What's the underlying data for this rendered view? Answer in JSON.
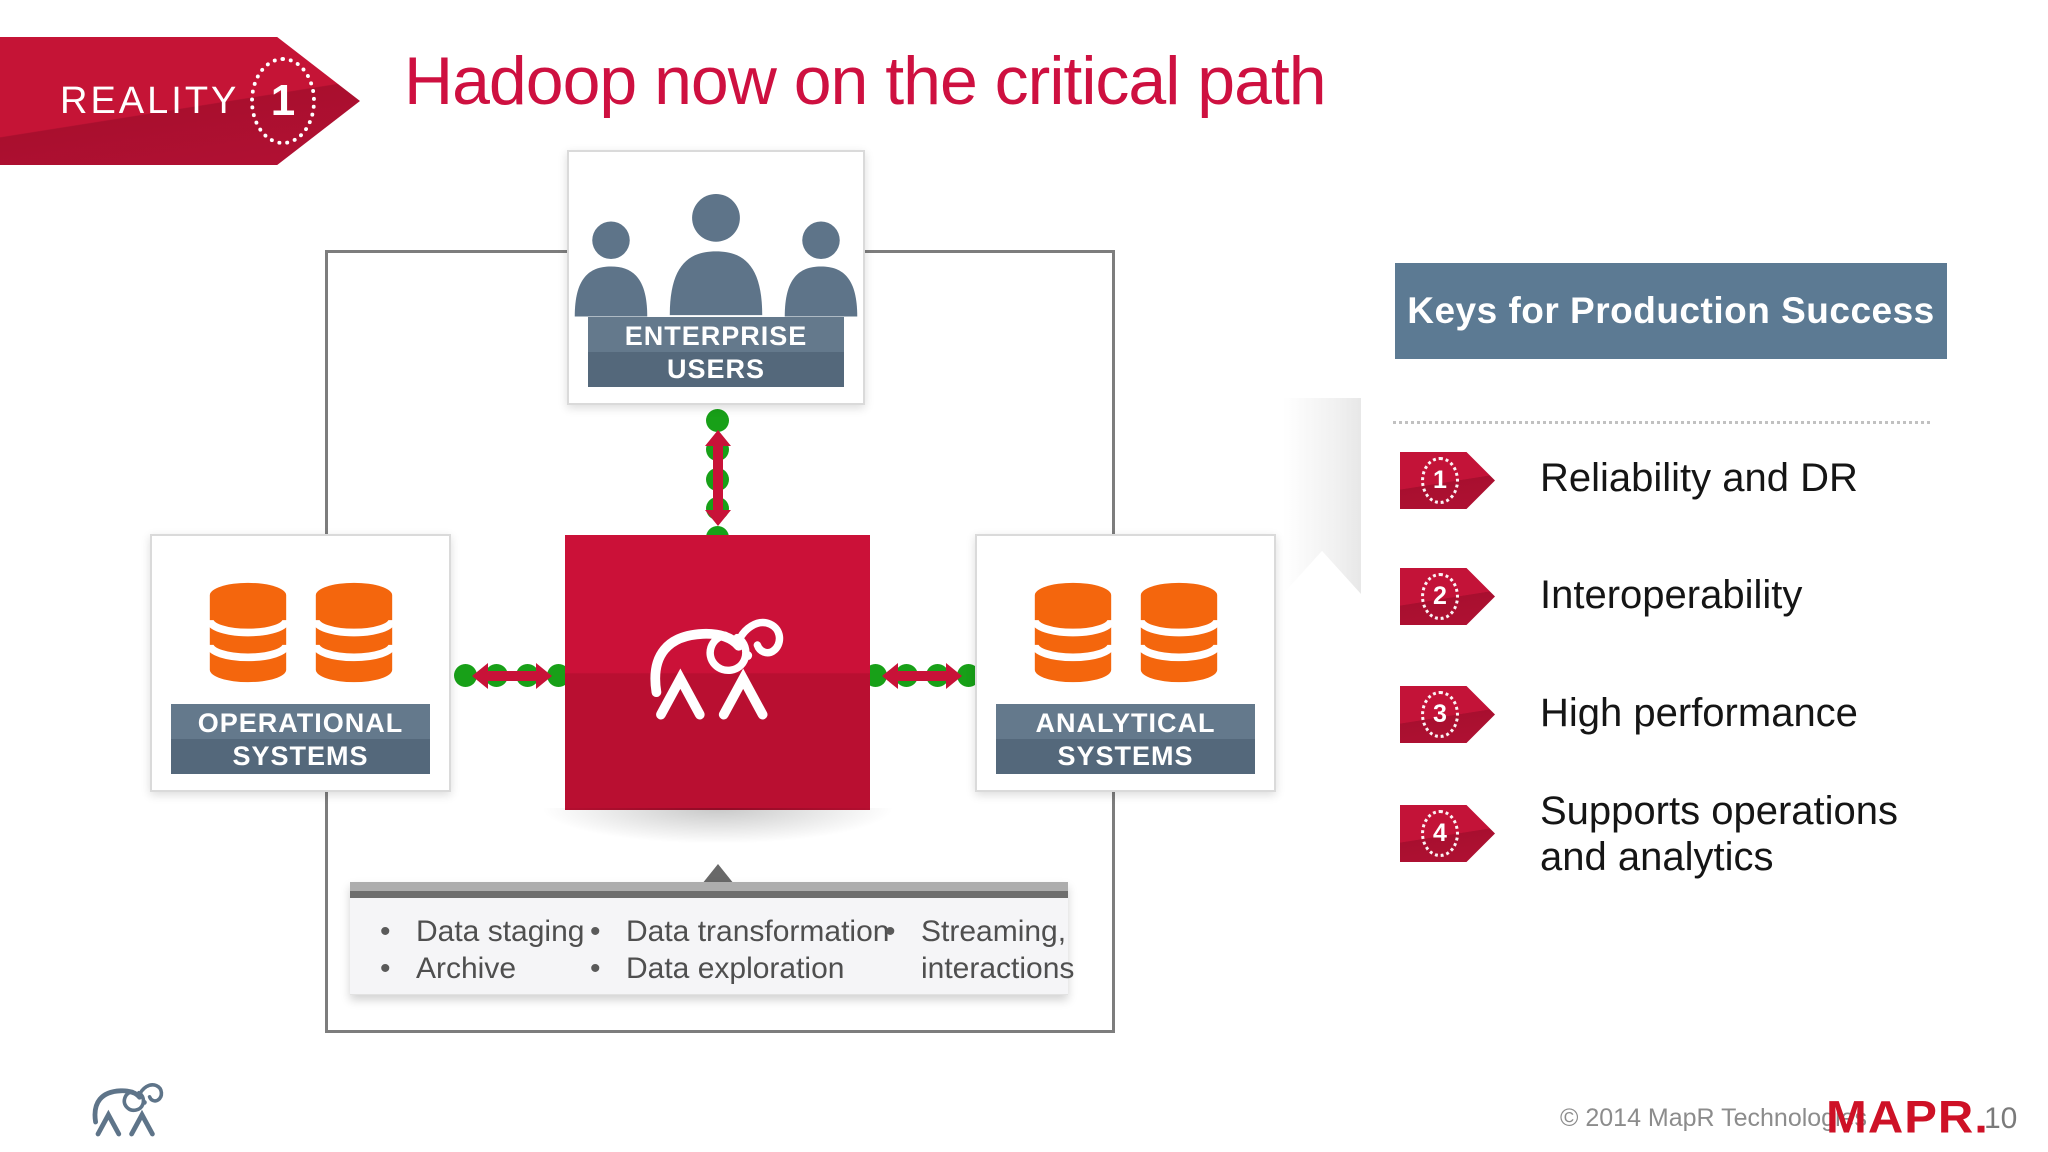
{
  "slide": {
    "reality_badge": {
      "label": "REALITY",
      "number": "1"
    },
    "title": "Hadoop now on the critical path"
  },
  "diagram": {
    "boxes": {
      "enterprise": {
        "line1": "ENTERPRISE",
        "line2": "USERS"
      },
      "operational": {
        "line1": "OPERATIONAL",
        "line2": "SYSTEMS"
      },
      "analytical": {
        "line1": "ANALYTICAL",
        "line2": "SYSTEMS"
      }
    },
    "workload_bar": {
      "bullet_glyph": "•",
      "columns": [
        {
          "row1": "Data staging",
          "row2": "Archive"
        },
        {
          "row1": "Data transformation",
          "row2": "Data exploration"
        },
        {
          "row1": "Streaming,",
          "row2": "interactions"
        }
      ]
    }
  },
  "keys_panel": {
    "header": "Keys for Production Success",
    "items": [
      {
        "number": "1",
        "label": "Reliability and DR"
      },
      {
        "number": "2",
        "label": "Interoperability"
      },
      {
        "number": "3",
        "label": "High performance"
      },
      {
        "number": "4",
        "label": "Supports operations and analytics"
      }
    ]
  },
  "footer": {
    "copyright": "© 2014 MapR Technologies",
    "brand": "MAPR.",
    "page_number": "10"
  },
  "icons": {
    "center_node": "hadoop-elephant-icon",
    "enterprise_box": "users-icon",
    "operational_box": "database-icon",
    "analytical_box": "database-icon",
    "footer_logo": "mapr-elephant-icon"
  },
  "colors": {
    "accent_red": "#C41237",
    "accent_red_dark": "#A80F2E",
    "title_red": "#CE1040",
    "slate": "#5E7489",
    "keys_header_bg": "#5C7A93",
    "orange": "#F4660D",
    "green_dot": "#18A018",
    "line_gray": "#7D7D7D",
    "mapr_red": "#CE1126"
  }
}
